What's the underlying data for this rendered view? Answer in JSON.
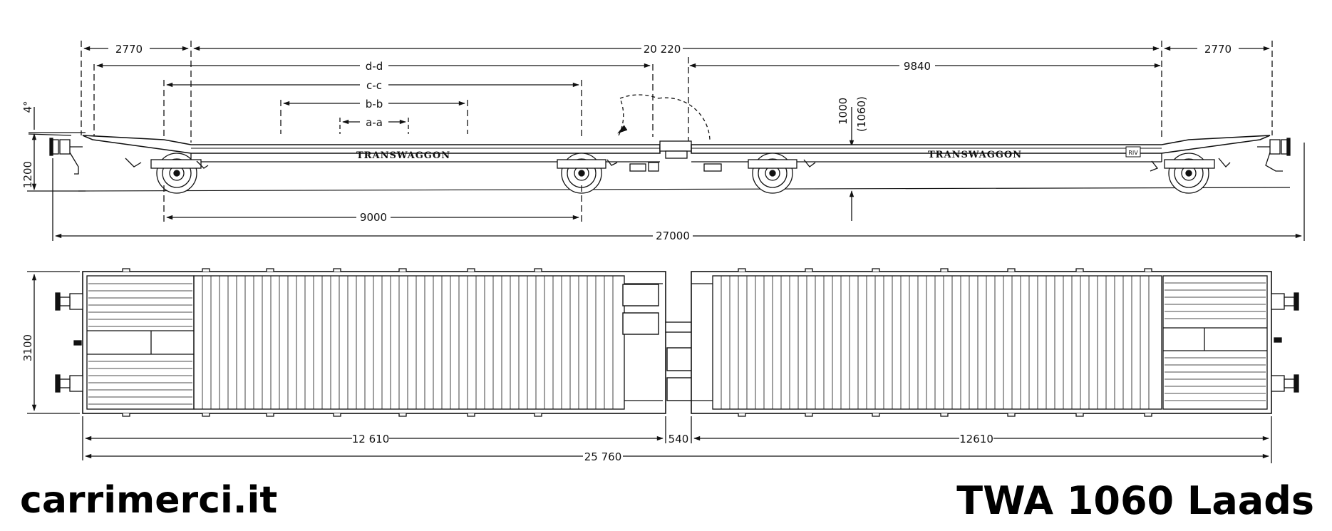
{
  "side_view": {
    "dims": {
      "end_left": "2770",
      "wheelbase_total": "20 220",
      "end_right": "2770",
      "right_span": "9840",
      "d": "d-d",
      "c": "c-c",
      "b": "b-b",
      "a": "a-a",
      "height_deck": "1000",
      "height_deck_alt": "(1060)",
      "height_buffer": "1200",
      "angle": "4°",
      "bogie_centres": "9000",
      "overall": "27000"
    },
    "brand_left": "TRANSWAGGON",
    "brand_right": "TRANSWAGGON",
    "riv_mark": "RIV"
  },
  "plan_view": {
    "dims": {
      "width": "3100",
      "unit_left": "12 610",
      "gap": "540",
      "unit_right": "12610",
      "total": "25 760"
    }
  },
  "footer": {
    "site": "carrimerci.it",
    "model": "TWA 1060 Laads"
  }
}
